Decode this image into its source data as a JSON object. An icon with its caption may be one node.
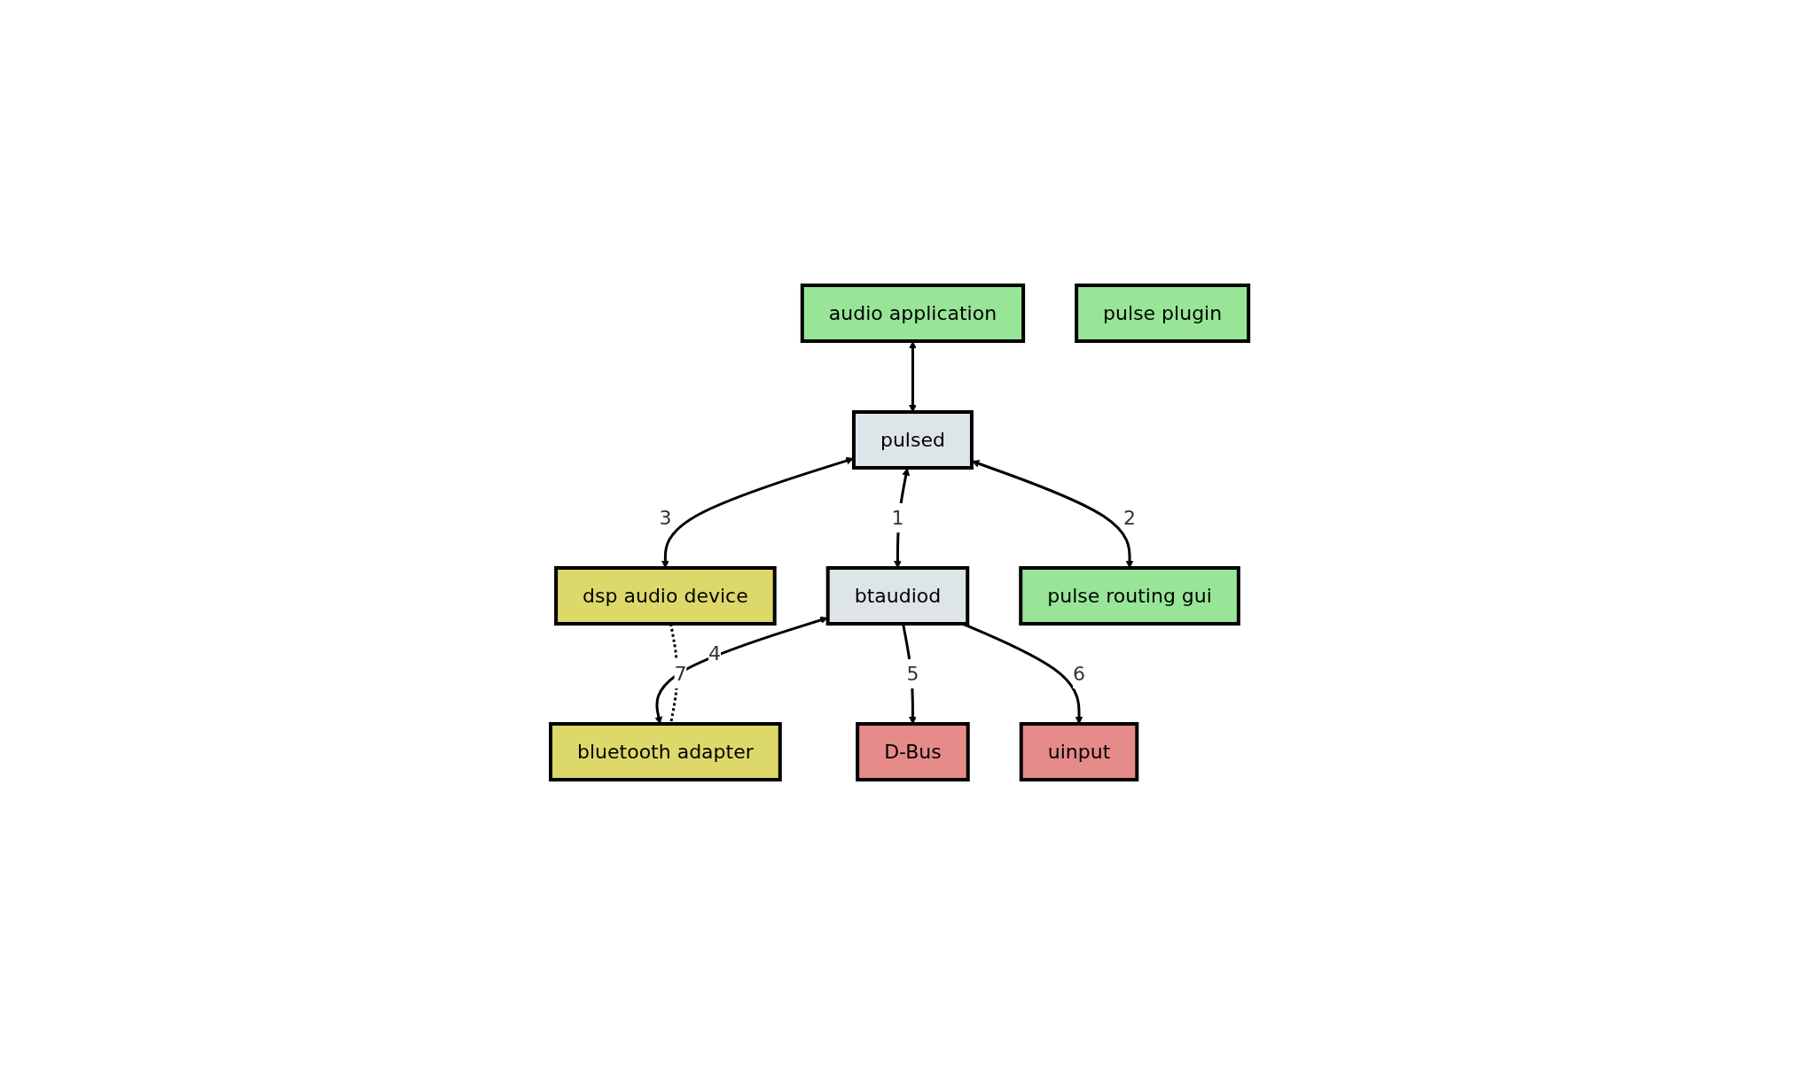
{
  "diagram": {
    "nodes": [
      {
        "text": [
          "audio application"
        ]
      },
      {
        "text": [
          "pulse plugin"
        ]
      },
      {
        "text": [
          "pulsed"
        ]
      },
      {
        "text": [
          "dsp audio device"
        ]
      },
      {
        "text": [
          "btaudiod"
        ]
      },
      {
        "text": [
          "bluetooth adapter"
        ]
      },
      {
        "text": [
          "pulse routing gui"
        ]
      },
      {
        "text": [
          "D-Bus"
        ]
      },
      {
        "text": [
          "uinput"
        ]
      }
    ],
    "edges": [
      {
        "from": 0,
        "to": 2,
        "arrow": "both"
      },
      {
        "from": 2,
        "to": 4,
        "arrow": "both",
        "label": "1"
      },
      {
        "from": 2,
        "to": 6,
        "arrow": "both",
        "label": "2"
      },
      {
        "from": 2,
        "to": 3,
        "arrow": "both",
        "label": "3"
      },
      {
        "from": 4,
        "to": 5,
        "arrow": "both",
        "label": "4"
      },
      {
        "from": 4,
        "to": 7,
        "arrow": "to",
        "label": "5"
      },
      {
        "from": 4,
        "to": 8,
        "arrow": "to",
        "label": "6"
      },
      {
        "from": 3,
        "to": 5,
        "arrow": "none",
        "label": "7",
        "style": "dashed"
      }
    ]
  }
}
